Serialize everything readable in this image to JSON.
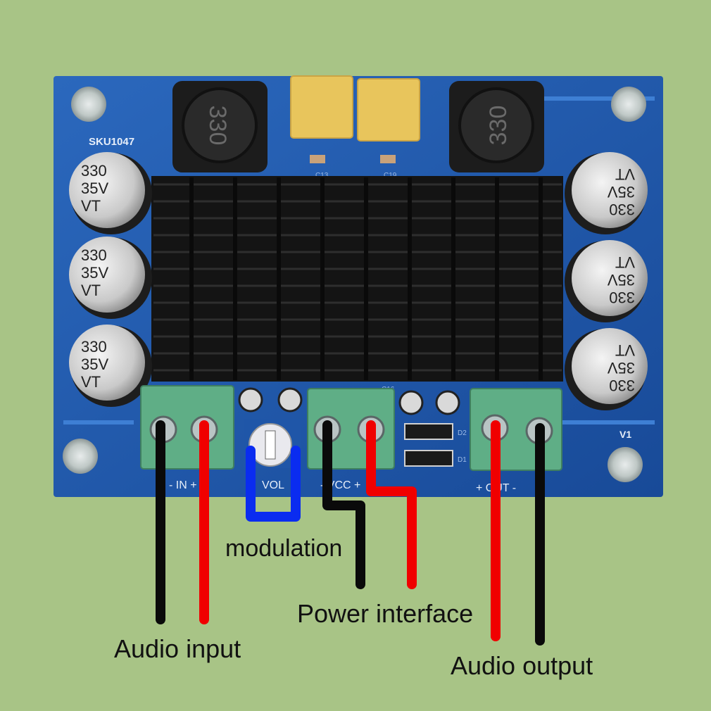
{
  "board": {
    "sku_label": "SKU1047",
    "capacitor_text": [
      "330",
      "35V",
      "VT"
    ],
    "inductor_text": "330",
    "smd_labels": [
      "C13",
      "C19",
      "C16",
      "D1",
      "D2"
    ],
    "corner_label": "V1"
  },
  "terminals": {
    "input_label": "- IN +",
    "vol_label": "VOL",
    "vcc_label": "- VCC +",
    "out_label": "+ OUT -"
  },
  "captions": {
    "audio_input": "Audio input",
    "modulation": "modulation",
    "power_interface": "Power interface",
    "audio_output": "Audio output"
  },
  "colors": {
    "background": "#a8c486",
    "pcb": "#1f56a8",
    "heatsink": "#141414",
    "terminal_block": "#5fae86",
    "wire_black": "#0a0a0a",
    "wire_red": "#f00000",
    "wire_blue": "#0a2cf0"
  }
}
